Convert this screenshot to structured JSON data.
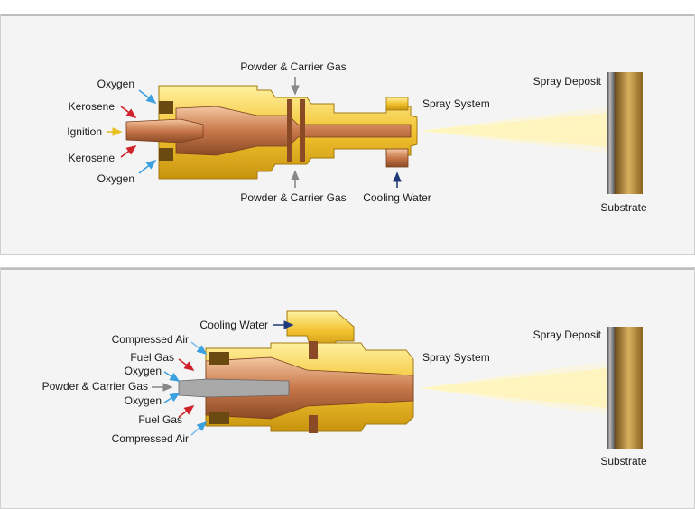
{
  "diagram1": {
    "labels": {
      "oxygen_top": "Oxygen",
      "kerosene_top": "Kerosene",
      "ignition": "Ignition",
      "kerosene_bottom": "Kerosene",
      "oxygen_bottom": "Oxygen",
      "powder_top": "Powder & Carrier Gas",
      "powder_bottom": "Powder & Carrier Gas",
      "spray_system": "Spray System",
      "cooling_water": "Cooling Water",
      "spray_deposit": "Spray Deposit",
      "substrate": "Substrate"
    }
  },
  "diagram2": {
    "labels": {
      "cooling_water": "Cooling Water",
      "compressed_air_top": "Compressed Air",
      "fuel_gas_top": "Fuel Gas",
      "oxygen_top": "Oxygen",
      "powder": "Powder & Carrier Gas",
      "oxygen_bottom": "Oxygen",
      "fuel_gas_bottom": "Fuel Gas",
      "compressed_air_bottom": "Compressed Air",
      "spray_system": "Spray System",
      "spray_deposit": "Spray Deposit",
      "substrate": "Substrate"
    }
  },
  "colors": {
    "gold": "#f2c230",
    "copper": "#c8784a",
    "arrow_blue": "#3aa0e0",
    "arrow_red": "#d0202a",
    "arrow_yellow": "#e8c020",
    "arrow_gray": "#888888",
    "arrow_navy": "#1f3a7a"
  }
}
